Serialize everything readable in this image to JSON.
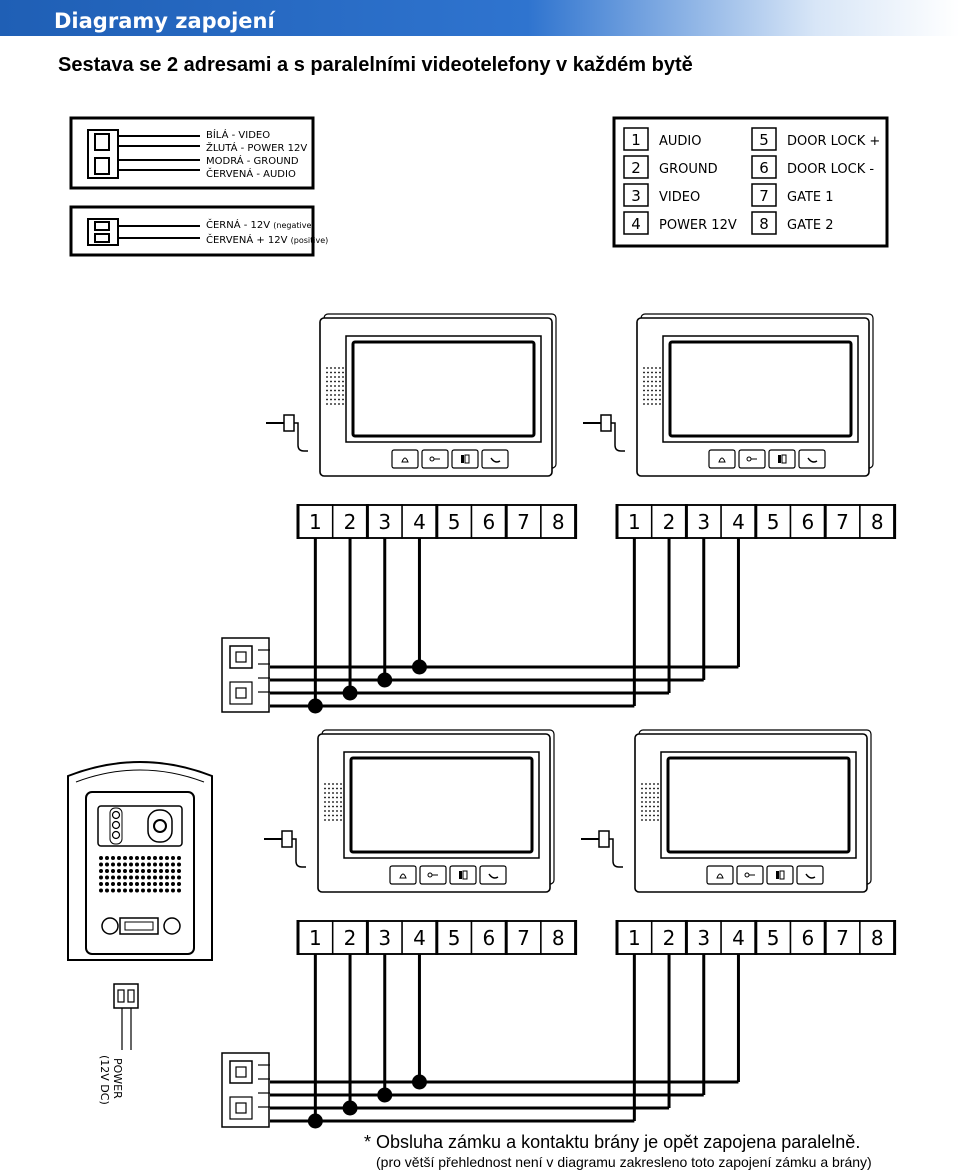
{
  "header": {
    "title": "Diagramy zapojení"
  },
  "subtitle": "Sestava se 2 adresami a s paralelními videotelefony v každém bytě",
  "wire_legend": {
    "block1": [
      "BÍLÁ - VIDEO",
      "ŽLUTÁ - POWER 12V",
      "MODRÁ - GROUND",
      "ČERVENÁ - AUDIO"
    ],
    "block2": [
      {
        "main": "ČERNÁ - 12V ",
        "note": "(negative)"
      },
      {
        "main": "ČERVENÁ + 12V ",
        "note": "(positive)"
      }
    ]
  },
  "pin_table": [
    {
      "num": "1",
      "label": "AUDIO"
    },
    {
      "num": "2",
      "label": "GROUND"
    },
    {
      "num": "3",
      "label": "VIDEO"
    },
    {
      "num": "4",
      "label": "POWER 12V"
    },
    {
      "num": "5",
      "label": "DOOR LOCK +"
    },
    {
      "num": "6",
      "label": "DOOR LOCK -"
    },
    {
      "num": "7",
      "label": "GATE 1"
    },
    {
      "num": "8",
      "label": "GATE 2"
    }
  ],
  "terminal_numbers": [
    "1",
    "2",
    "3",
    "4",
    "5",
    "6",
    "7",
    "8"
  ],
  "monitor_buttons": [
    "bell-icon",
    "key-icon",
    "speaker-icon",
    "handset-icon"
  ],
  "power_label": [
    "POWER",
    "(12V DC)"
  ],
  "note": {
    "line1": "* Obsluha zámku a kontaktu brány je opět zapojena paralelně.",
    "line2": "(pro větší přehlednost není v diagramu zakresleno toto zapojení zámku a brány)"
  }
}
